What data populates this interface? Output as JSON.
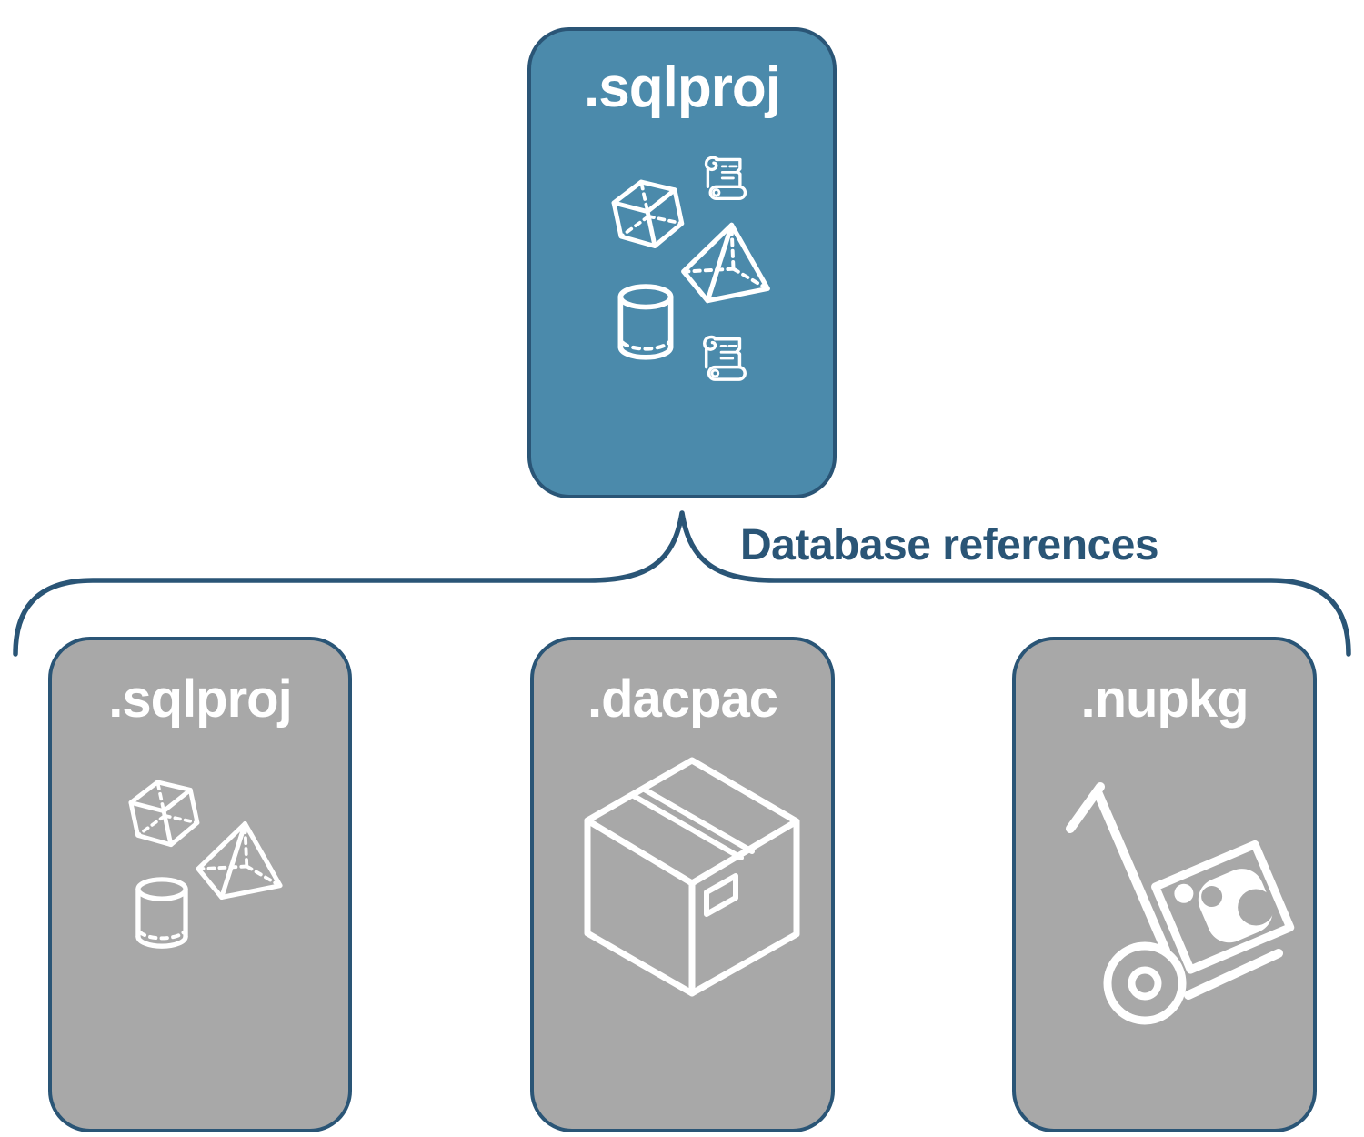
{
  "diagram": {
    "root": {
      "label": ".sqlproj",
      "icons": [
        "scroll-icon",
        "cube-icon",
        "pyramid-icon",
        "cylinder-icon",
        "scroll-icon"
      ]
    },
    "connector_label": "Database references",
    "children": [
      {
        "label": ".sqlproj",
        "icons": [
          "cube-icon",
          "pyramid-icon",
          "cylinder-icon"
        ]
      },
      {
        "label": ".dacpac",
        "icons": [
          "package-box-icon"
        ]
      },
      {
        "label": ".nupkg",
        "icons": [
          "hand-truck-package-icon"
        ]
      }
    ],
    "colors": {
      "root_fill": "#4b8aab",
      "child_fill": "#a8a8a8",
      "outline": "#2a5576",
      "title_text": "#ffffff",
      "icon_stroke": "#ffffff"
    }
  }
}
